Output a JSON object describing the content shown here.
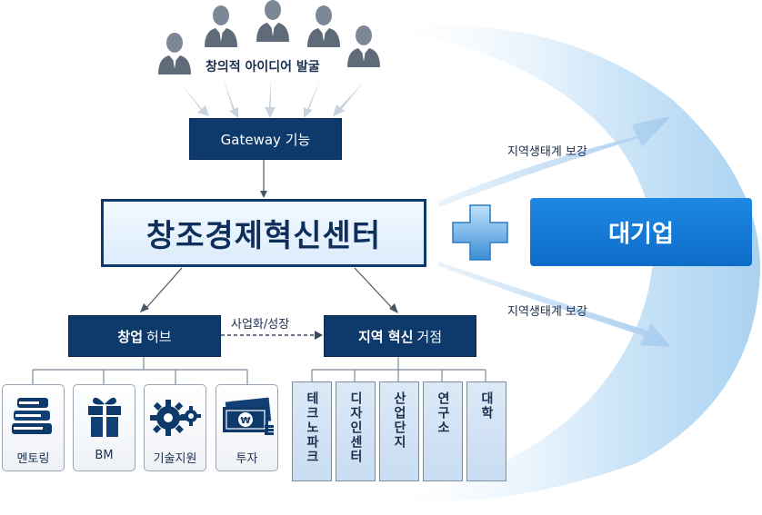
{
  "top_label": "창의적 아이디어 발굴",
  "gateway": "Gateway 기능",
  "center": "창조경제혁신센터",
  "big_company": "대기업",
  "ecosystem_top": "지역생태계 보강",
  "ecosystem_bottom": "지역생태계 보강",
  "hub": {
    "bold": "창업",
    "rest": "허브"
  },
  "node": {
    "bold": "지역 혁신",
    "rest": "거점"
  },
  "arrow_label": "사업화/성장",
  "hub_items": [
    {
      "label": "멘토링",
      "icon": "books-icon"
    },
    {
      "label": "BM",
      "icon": "gift-icon"
    },
    {
      "label": "기술지원",
      "icon": "gears-icon"
    },
    {
      "label": "투자",
      "icon": "money-icon"
    }
  ],
  "node_items": [
    "테크노파크",
    "디자인센터",
    "산업단지",
    "연구소",
    "대학"
  ],
  "colors": {
    "navy": "#0e3a6b",
    "blue": "#1479d6",
    "light_blue": "#d6eafa"
  }
}
